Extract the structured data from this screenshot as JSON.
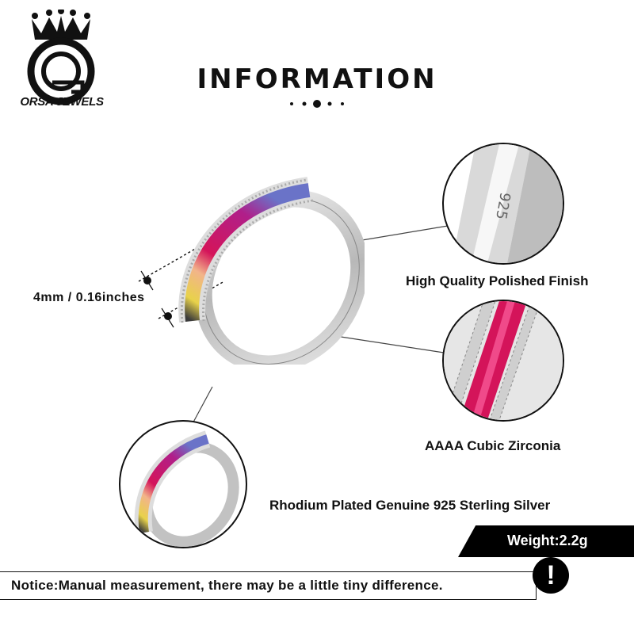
{
  "brand": {
    "name": "ORSA JEWELS",
    "logo_icon": "crown-o-logo"
  },
  "header": {
    "title": "INFORMATION",
    "dots_icon": "five-dot-divider"
  },
  "dimension": {
    "label": "4mm / 0.16inches"
  },
  "features": [
    {
      "label": "High Quality Polished Finish",
      "image": "ring-stamp-closeup"
    },
    {
      "label": "AAAA Cubic Zirconia",
      "image": "zirconia-stones-closeup"
    },
    {
      "label": "Rhodium Plated Genuine 925 Sterling Silver",
      "image": "ring-side-view"
    }
  ],
  "weight": {
    "label": "Weight:2.2g"
  },
  "notice": {
    "text": "Notice:Manual measurement, there may be a little tiny difference.",
    "icon": "exclamation-icon"
  },
  "colors": {
    "ink": "#111111",
    "silver": "#c8c8c8",
    "ruby": "#d4145a",
    "bar": "#000000"
  }
}
